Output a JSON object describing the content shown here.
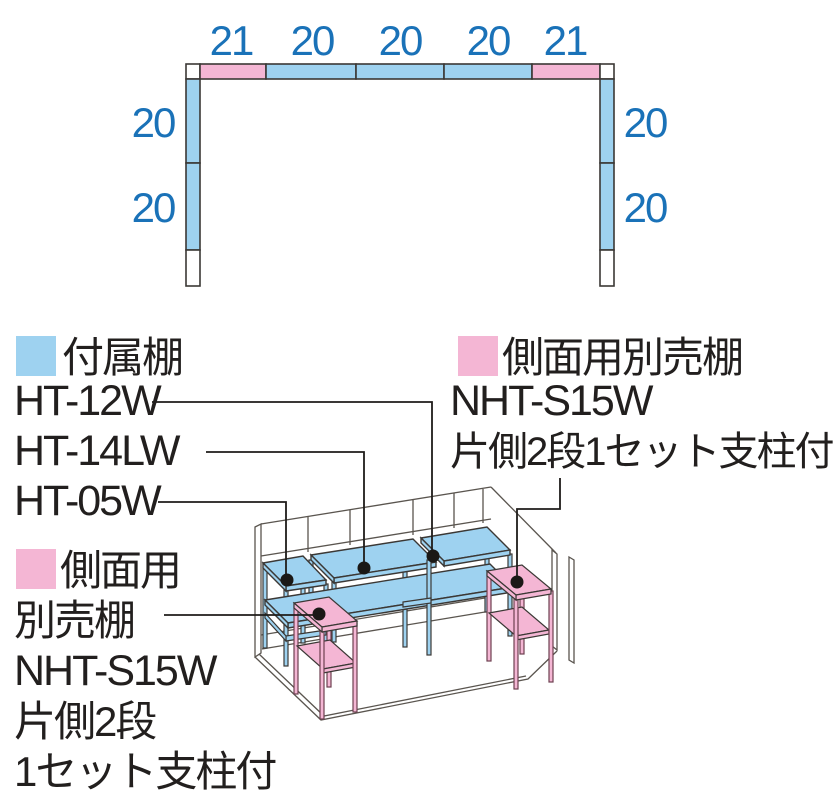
{
  "plan": {
    "top_labels": [
      "21",
      "20",
      "20",
      "20",
      "21"
    ],
    "left_labels": [
      "20",
      "20"
    ],
    "right_labels": [
      "20",
      "20"
    ]
  },
  "legend_blue": {
    "title": "付属棚",
    "items": [
      "HT-12W",
      "HT-14LW",
      "HT-05W"
    ]
  },
  "legend_side_right": {
    "title": "側面用別売棚",
    "model": "NHT-S15W",
    "note": "片側2段1セット支柱付"
  },
  "legend_side_left": {
    "title_line1": "側面用",
    "title_line2": "別売棚",
    "model": "NHT-S15W",
    "note_line1": "片側2段",
    "note_line2": "1セット支柱付"
  },
  "colors": {
    "shelf_blue": "#9ed2f0",
    "shelf_pink": "#f4b6d4",
    "dimension_label_blue": "#1a72b8",
    "outline_dark": "#3b3835",
    "wireframe_gray": "#5a554f",
    "leader_black": "#1f1c1a"
  }
}
